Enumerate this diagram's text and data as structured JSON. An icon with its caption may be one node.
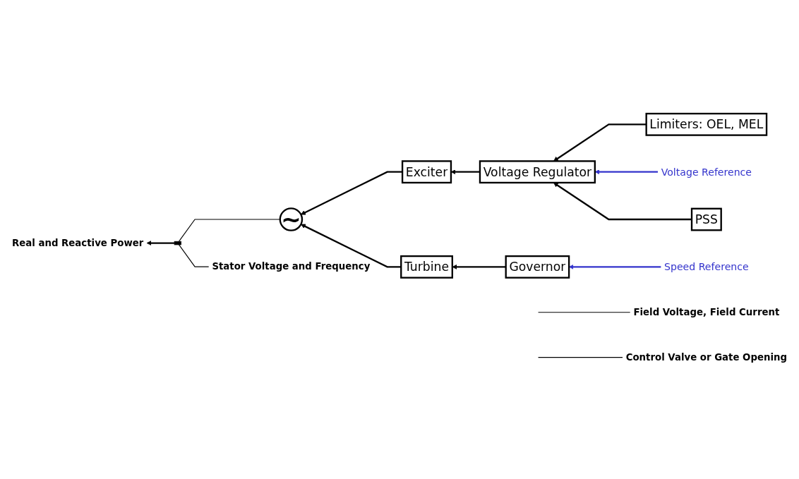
{
  "diagram": {
    "nodes": [
      {
        "text": [
          "Stator Voltage and Frequency"
        ]
      },
      {
        "text": [
          "Field Voltage, Field Current"
        ]
      },
      {
        "text": [
          "Limiters: OEL, MEL"
        ]
      },
      {
        "text": [
          "Voltage Reference"
        ]
      },
      {
        "text": [
          "Real and Reactive Power"
        ]
      },
      {
        "text": [],
        "shape": "bar"
      },
      {
        "text": [
          "~"
        ]
      },
      {
        "text": [
          "Exciter"
        ]
      },
      {
        "text": [
          "Voltage Regulator"
        ]
      },
      {
        "text": [
          "Turbine"
        ]
      },
      {
        "text": [
          "PSS"
        ]
      },
      {
        "text": [
          "Control Valve or Gate Opening"
        ]
      },
      {
        "text": [
          "Speed Reference"
        ]
      },
      {
        "text": [
          "Governor"
        ]
      }
    ],
    "edges": [
      {
        "from": 2,
        "to": 8,
        "arrow": "to"
      },
      {
        "from": 3,
        "to": 8,
        "arrow": "to",
        "color": "#3333cc"
      },
      {
        "from": 8,
        "to": 7,
        "arrow": "to"
      },
      {
        "from": 7,
        "to": 6,
        "arrow": "to"
      },
      {
        "from": 6,
        "to": 5,
        "arrow": "none"
      },
      {
        "from": 5,
        "to": 4,
        "arrow": "to"
      },
      {
        "from": 10,
        "to": 8,
        "arrow": "to"
      },
      {
        "from": 9,
        "to": 6,
        "arrow": "to"
      },
      {
        "from": 13,
        "to": 9,
        "arrow": "to"
      },
      {
        "from": 12,
        "to": 13,
        "arrow": "to",
        "color": "#3333cc"
      },
      {
        "from": 0,
        "to": 5,
        "arrow": "none"
      },
      {
        "from": 1,
        "to": null,
        "arrow": "none"
      },
      {
        "from": 11,
        "to": null,
        "arrow": "none"
      }
    ]
  }
}
